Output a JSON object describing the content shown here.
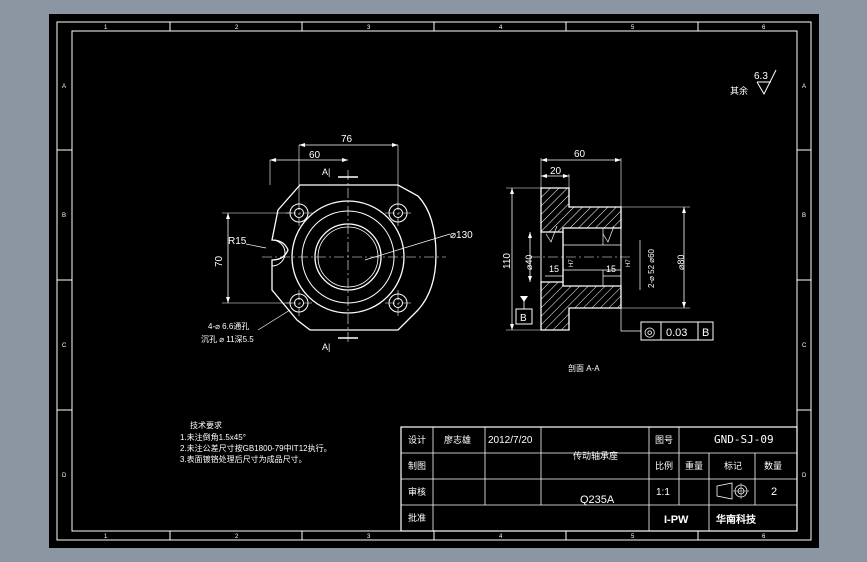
{
  "colors": {
    "background": "#8c96a2",
    "sheet": "#000000",
    "line": "#ffffff",
    "center": "#ffffff"
  },
  "grid": {
    "top": [
      "1",
      "2",
      "3",
      "4",
      "5",
      "6"
    ],
    "bottom": [
      "1",
      "2",
      "3",
      "4",
      "5",
      "6"
    ],
    "left": [
      "A",
      "B",
      "C",
      "D"
    ],
    "right": [
      "A",
      "B",
      "C",
      "D"
    ]
  },
  "roughness": {
    "value": "6.3",
    "label": "其余"
  },
  "front": {
    "dims": {
      "d76": "76",
      "d60": "60",
      "d70": "70",
      "r15": "R15",
      "dia130": "⌀130"
    },
    "section_marks": {
      "top": "A|",
      "bottom": "A|"
    },
    "hole_note": {
      "line1": "4-⌀ 6.6通孔",
      "line2": "沉孔 ⌀ 11深5.5"
    }
  },
  "side": {
    "dims": {
      "d60": "60",
      "d20": "20",
      "h110": "110",
      "dia40": "⌀40",
      "dia80": "⌀80",
      "d15a": "15",
      "d15b": "15",
      "fit1": "H7",
      "fit2": "H7",
      "holes": "2-⌀ 52 ⌀60"
    },
    "datum": "B",
    "tolerance": {
      "symbol": "◎",
      "value": "0.03",
      "datum": "B"
    },
    "caption": "剖面 A-A"
  },
  "tech_req": {
    "title": "技术要求",
    "items": [
      "1.未注倒角1.5x45°",
      "2.未注公差尺寸按GB1800-79中IT12执行。",
      "3.表面镀铬处理后尺寸为成品尺寸。"
    ]
  },
  "title_block": {
    "designer_label": "设计",
    "designer": "廖志雄",
    "date": "2012/7/20",
    "drawn_label": "制图",
    "check_label": "审核",
    "approve_label": "批准",
    "part_name": "传动轴承座",
    "material": "Q235A",
    "drawing_no_label": "图号",
    "drawing_no": "GND-SJ-09",
    "scale_label": "比例",
    "weight_label": "重量",
    "mark_label": "标记",
    "qty_label": "数量",
    "scale": "1:1",
    "qty": "2",
    "company_logo": "I-PW",
    "company": "华南科技"
  }
}
